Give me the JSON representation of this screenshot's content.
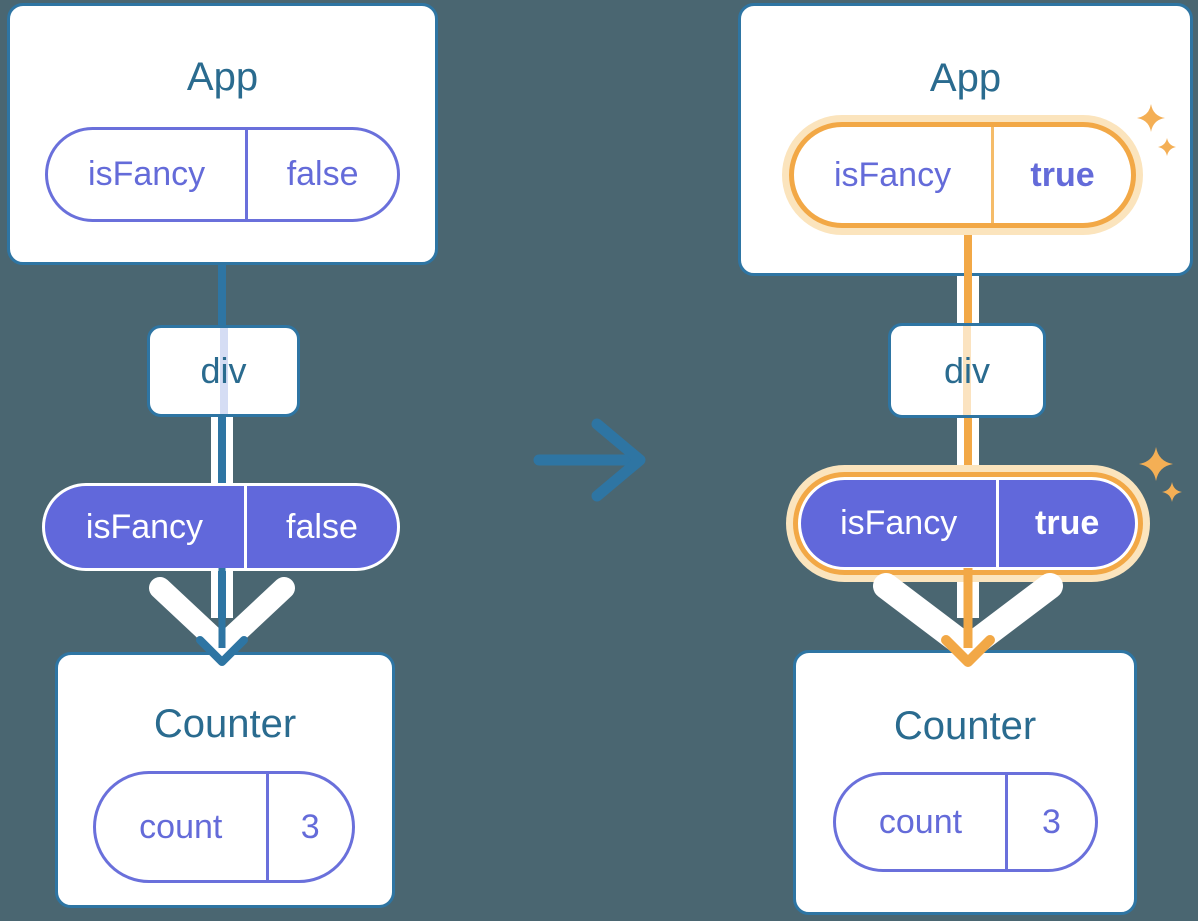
{
  "colors": {
    "background": "#4A6671",
    "card_border_blue": "#2E75A3",
    "heading_text": "#2A6B8F",
    "purple_outline": "#6A70DB",
    "purple_fill": "#6168DB",
    "purple_text": "#646BD9",
    "orange": "#F2A846",
    "orange_glow": "#FBE4BD",
    "sparkle": "#F4AF55",
    "white": "#FFFFFF"
  },
  "before": {
    "app": {
      "title": "App",
      "prop": {
        "name": "isFancy",
        "value": "false"
      }
    },
    "div": {
      "label": "div"
    },
    "passed_prop": {
      "name": "isFancy",
      "value": "false"
    },
    "counter": {
      "title": "Counter",
      "state": {
        "name": "count",
        "value": "3"
      }
    }
  },
  "after": {
    "app": {
      "title": "App",
      "prop": {
        "name": "isFancy",
        "value": "true"
      }
    },
    "div": {
      "label": "div"
    },
    "passed_prop": {
      "name": "isFancy",
      "value": "true"
    },
    "counter": {
      "title": "Counter",
      "state": {
        "name": "count",
        "value": "3"
      }
    }
  }
}
